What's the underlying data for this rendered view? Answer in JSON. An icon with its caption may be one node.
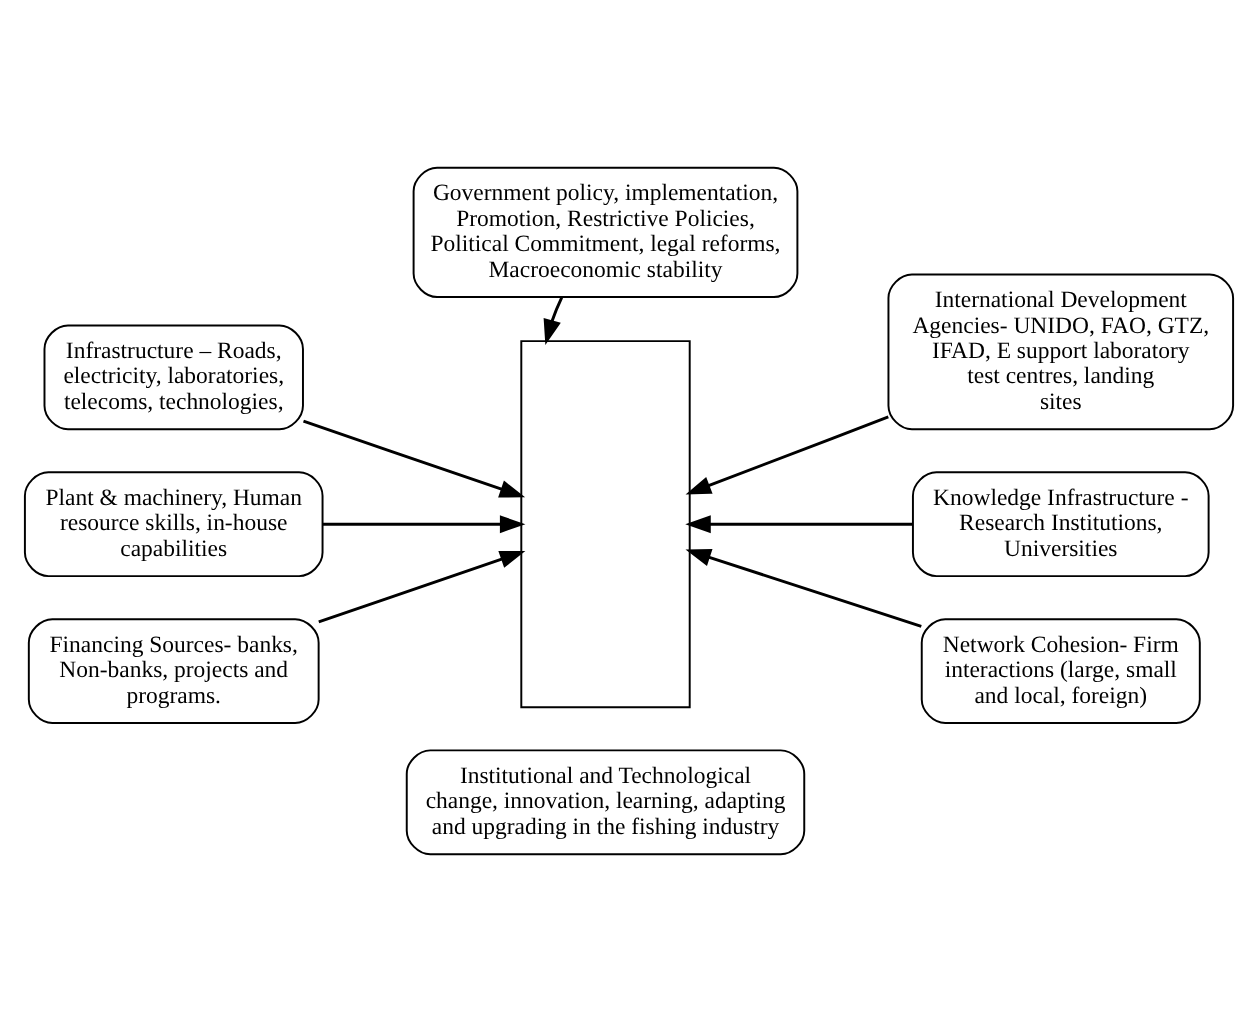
{
  "diagram": {
    "nodes": [
      {
        "text": [
          "Government policy, implementation, Promotion, Restrictive Policies, Political Commitment, legal reforms, Macroeconomic stability"
        ]
      },
      {
        "text": [
          "Infrastructure – Roads, electricity, laboratories, telecoms, technologies,"
        ]
      },
      {
        "text": [
          "Plant & machinery, Human resource skills, in-house capabilities"
        ]
      },
      {
        "text": [
          "Financing Sources- banks, Non-banks, projects and programs."
        ]
      },
      {
        "text": [
          "International Development Agencies- UNIDO, FAO, GTZ, IFAD, E support laboratory test centres, landing sites"
        ]
      },
      {
        "text": [
          "Knowledge Infrastructure - Research Institutions, Universities"
        ]
      },
      {
        "text": [
          "Network Cohesion- Firm interactions (large, small and local, foreign)"
        ]
      },
      {
        "text": [],
        "shape": "box"
      },
      {
        "text": [
          "Institutional and Technological change, innovation, learning, adapting and upgrading in the fishing industry"
        ]
      }
    ],
    "edges": [
      {
        "from": 0,
        "to": 7,
        "arrow": "to"
      },
      {
        "from": 1,
        "to": 7,
        "arrow": "to"
      },
      {
        "from": 2,
        "to": 7,
        "arrow": "to"
      },
      {
        "from": 3,
        "to": 7,
        "arrow": "to"
      },
      {
        "from": 4,
        "to": 7,
        "arrow": "to"
      },
      {
        "from": 5,
        "to": 7,
        "arrow": "to"
      },
      {
        "from": 6,
        "to": 7,
        "arrow": "to"
      }
    ]
  }
}
